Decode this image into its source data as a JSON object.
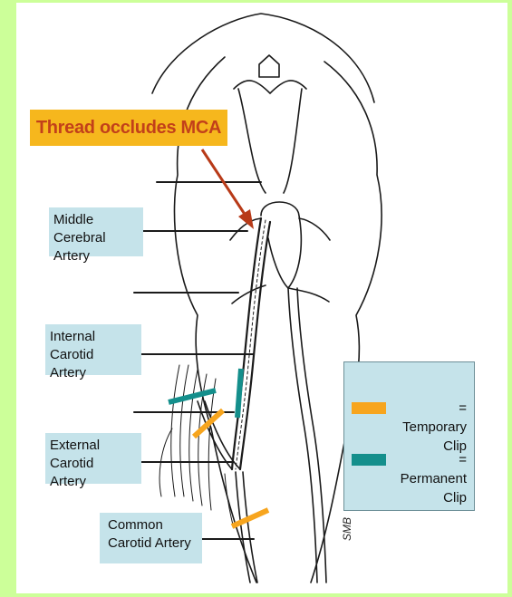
{
  "title_callout": "Thread occludes MCA",
  "labels": {
    "middle_cerebral": "Middle Cerebral\nArtery",
    "internal_carotid": "Internal Carotid\nArtery",
    "external_carotid": "External Carotid\nArtery",
    "common_carotid": "Common\nCarotid Artery"
  },
  "legend": {
    "temporary": {
      "text": "= Temporary\nClip",
      "color": "#f7a51e"
    },
    "permanent": {
      "text": "= Permanent\nClip",
      "color": "#148f8c"
    }
  },
  "signature": "SMB",
  "colors": {
    "background": "#ccff99",
    "label_box": "#c5e3ea",
    "title_box": "#f6b71d",
    "title_text": "#c2401a",
    "arrow": "#b83a18"
  }
}
